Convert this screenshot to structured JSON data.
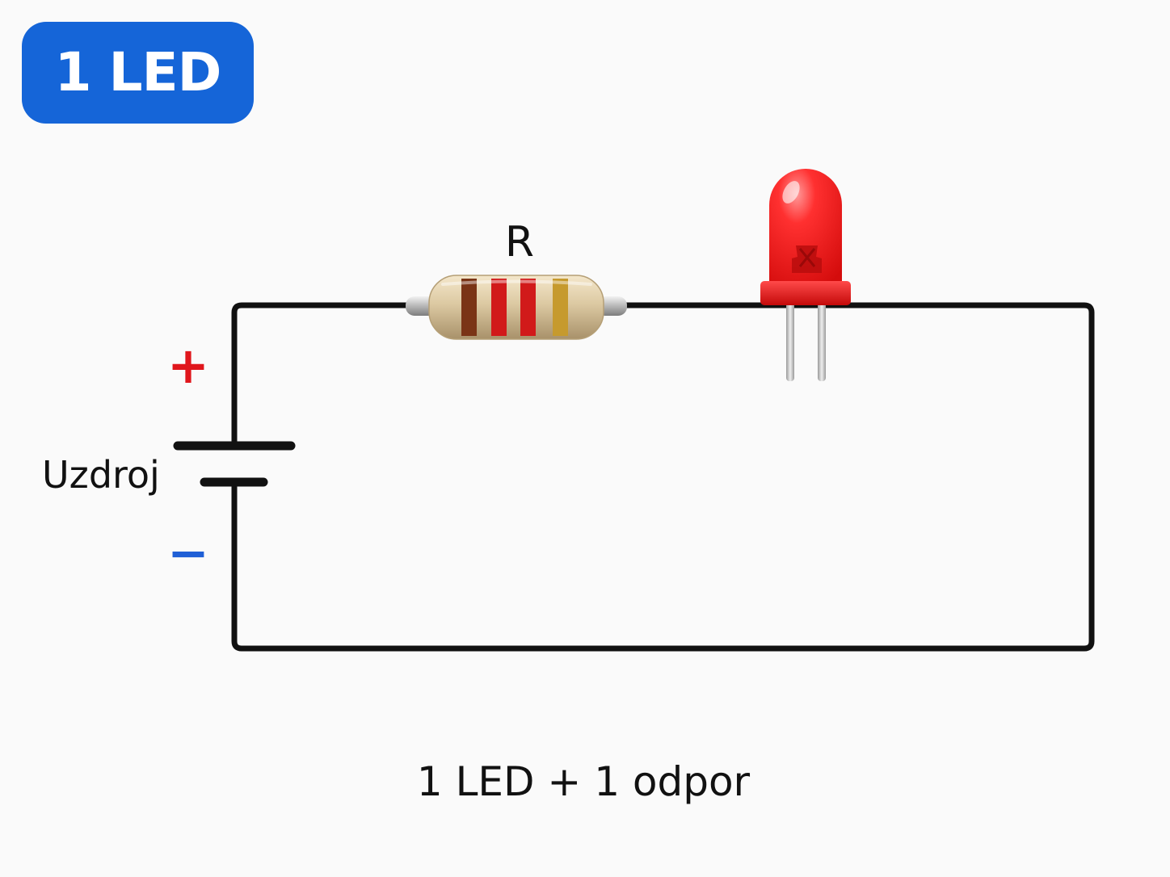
{
  "badge": {
    "label": "1 LED"
  },
  "circuit": {
    "resistor_label": "R",
    "source_label": "Uzdroj",
    "plus_symbol": "+",
    "minus_symbol": "−",
    "caption": "1 LED + 1 odpor"
  },
  "colors": {
    "badge_background": "#1565d8",
    "wire": "#111111",
    "plus": "#e0161c",
    "minus": "#1f5fd6",
    "led": "#ff2a2a",
    "resistor_body": "#dcc9a2"
  },
  "icons": {
    "resistor": "resistor-icon",
    "led": "red-led-icon",
    "battery": "battery-symbol-icon"
  }
}
